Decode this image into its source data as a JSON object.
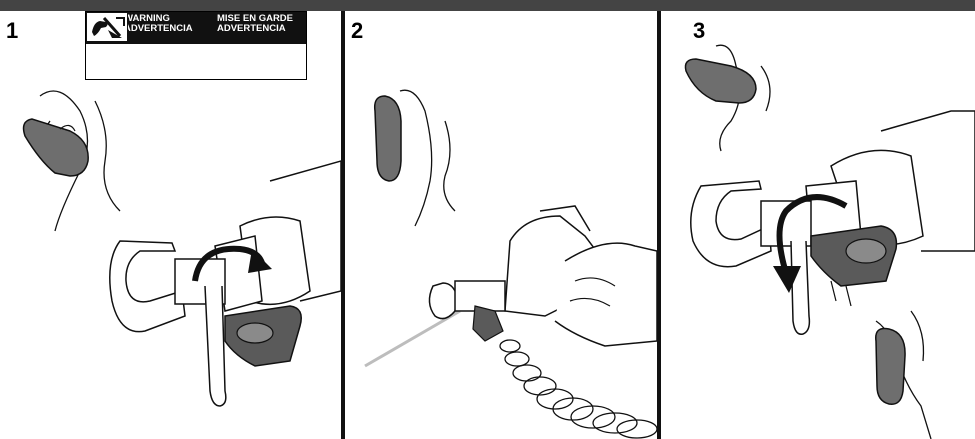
{
  "steps": [
    {
      "number": "1"
    },
    {
      "number": "2"
    },
    {
      "number": "3"
    }
  ],
  "warning": {
    "line1_en": "WARNING",
    "line2_es": "ADVERTENCIA",
    "line1_fr": "MISE EN GARDE",
    "line2_es_alt": "ADVERTENCIA",
    "symbol_icon": "hand-injection-hazard-icon"
  },
  "colors": {
    "ink": "#111111",
    "tip_guard_gray": "#6e6e6e",
    "header_bar": "#444444"
  }
}
